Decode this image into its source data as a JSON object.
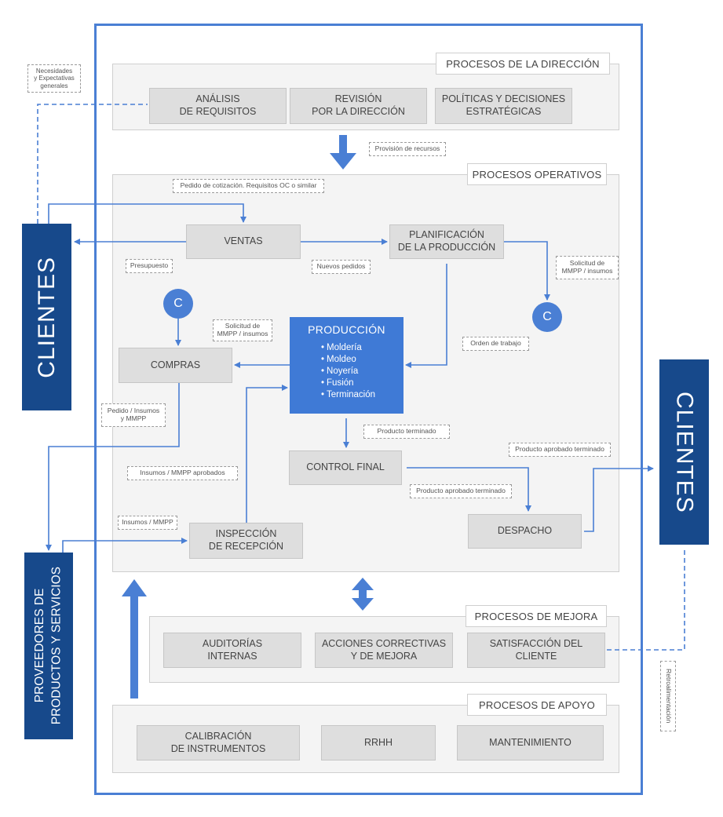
{
  "sections": {
    "direccion": "PROCESOS DE LA DIRECCIÓN",
    "operativos": "PROCESOS OPERATIVOS",
    "mejora": "PROCESOS DE MEJORA",
    "apoyo": "PROCESOS DE APOYO"
  },
  "direccion": {
    "analisis": "ANÁLISIS\nDE REQUISITOS",
    "revision": "REVISIÓN\nPOR LA DIRECCIÓN",
    "politicas": "POLÍTICAS Y DECISIONES\nESTRATÉGICAS"
  },
  "operativos": {
    "ventas": "VENTAS",
    "planificacion": "PLANIFICACIÓN\nDE LA PRODUCCIÓN",
    "compras": "COMPRAS",
    "control_final": "CONTROL FINAL",
    "inspeccion": "INSPECCIÓN\nDE RECEPCIÓN",
    "despacho": "DESPACHO"
  },
  "produccion": {
    "title": "PRODUCCIÓN",
    "items": [
      "Moldería",
      "Moldeo",
      "Noyería",
      "Fusión",
      "Terminación"
    ]
  },
  "mejora": {
    "auditorias": "AUDITORÍAS\nINTERNAS",
    "acciones": "ACCIONES CORRECTIVAS\nY DE MEJORA",
    "satisfaccion": "SATISFACCIÓN DEL\nCLIENTE"
  },
  "apoyo": {
    "calibracion": "CALIBRACIÓN\nDE INSTRUMENTOS",
    "rrhh": "RRHH",
    "mantenimiento": "MANTENIMIENTO"
  },
  "external": {
    "clientes_left": "CLIENTES",
    "clientes_right": "CLIENTES",
    "proveedores": "PROVEEDORES DE\nPRODUCTOS Y SERVICIOS"
  },
  "circles": {
    "c1": "C",
    "c2": "C"
  },
  "notes": {
    "necesidades": "Necesidades\ny Expectativas\ngenerales",
    "provision": "Provisión de recursos",
    "pedido_cotizacion": "Pedido de cotización. Requisitos OC o similar",
    "presupuesto": "Presupuesto",
    "nuevos_pedidos": "Nuevos pedidos",
    "solicitud_mmpp_right": "Solicitud de\nMMPP / insumos",
    "solicitud_mmpp_left": "Solicitud de\nMMPP / insumos",
    "orden_trabajo": "Orden de trabajo",
    "pedido_insumos": "Pedido / Insumos\ny MMPP",
    "producto_terminado": "Producto terminado",
    "producto_aprobado_top": "Producto aprobado terminado",
    "producto_aprobado_mid": "Producto aprobado terminado",
    "insumos_aprobados": "Insumos / MMPP aprobados",
    "insumos_mmpp": "Insumos / MMPP",
    "retroalimentacion": "Retroalimentación"
  },
  "colors": {
    "accent": "#4a7fd4",
    "dark_blue": "#17498b",
    "box": "#dedede",
    "section": "#f4f4f4"
  }
}
